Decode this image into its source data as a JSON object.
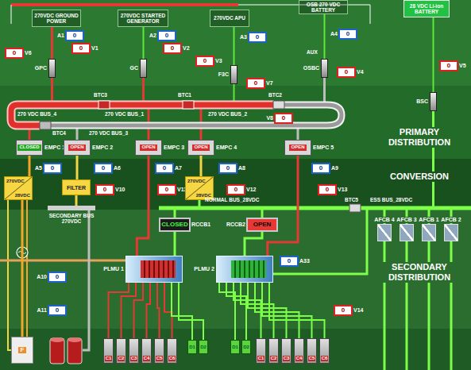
{
  "diagram": {
    "nodes": [
      {
        "text": [
          "270VDC GROUND POWER"
        ]
      },
      {
        "text": [
          "270VDC STARTED GENERATOR"
        ]
      },
      {
        "text": [
          "270VDC APU"
        ]
      },
      {
        "text": [
          "OSB 270 VDC BATTERY"
        ]
      },
      {
        "text": [
          "28 VDC Li-ion BATTERY"
        ]
      },
      {
        "text": [
          "GPC"
        ]
      },
      {
        "text": [
          "GC"
        ]
      },
      {
        "text": [
          "F3C"
        ]
      },
      {
        "text": [
          "OSBC"
        ]
      },
      {
        "text": [
          "BSC"
        ]
      },
      {
        "text": [
          "A1",
          "0"
        ]
      },
      {
        "text": [
          "A2",
          "0"
        ]
      },
      {
        "text": [
          "A3",
          "0"
        ]
      },
      {
        "text": [
          "A4",
          "0"
        ]
      },
      {
        "text": [
          "V1",
          "0"
        ]
      },
      {
        "text": [
          "V2",
          "0"
        ]
      },
      {
        "text": [
          "V3",
          "0"
        ]
      },
      {
        "text": [
          "V4",
          "0"
        ]
      },
      {
        "text": [
          "V5",
          "0"
        ]
      },
      {
        "text": [
          "V6",
          "0"
        ]
      },
      {
        "text": [
          "V7",
          "0"
        ]
      },
      {
        "text": [
          "V8",
          "0"
        ]
      },
      {
        "text": [
          "EMPC 1",
          "CLOSED"
        ]
      },
      {
        "text": [
          "EMPC 2",
          "OPEN"
        ]
      },
      {
        "text": [
          "EMPC 3",
          "OPEN"
        ]
      },
      {
        "text": [
          "EMPC 4",
          "OPEN"
        ]
      },
      {
        "text": [
          "EMPC 5",
          "OPEN"
        ]
      },
      {
        "text": [
          "A5",
          "0"
        ]
      },
      {
        "text": [
          "A6",
          "0"
        ]
      },
      {
        "text": [
          "A7",
          "0"
        ]
      },
      {
        "text": [
          "A8",
          "0"
        ]
      },
      {
        "text": [
          "A9",
          "0"
        ]
      },
      {
        "text": [
          "V10",
          "0"
        ]
      },
      {
        "text": [
          "V11",
          "0"
        ]
      },
      {
        "text": [
          "V12",
          "0"
        ]
      },
      {
        "text": [
          "V13",
          "0"
        ]
      },
      {
        "text": [
          "270VDC",
          "28VDC"
        ]
      },
      {
        "text": [
          "FILTER"
        ]
      },
      {
        "text": [
          "270VDC",
          "28VDC"
        ]
      },
      {
        "text": [
          "RCCB1",
          "CLOSED"
        ]
      },
      {
        "text": [
          "RCCB2",
          "OPEN"
        ]
      },
      {
        "text": [
          "AFCB 4"
        ]
      },
      {
        "text": [
          "AFCB 3"
        ]
      },
      {
        "text": [
          "AFCB 1"
        ]
      },
      {
        "text": [
          "AFCB 2"
        ]
      },
      {
        "text": [
          "PLMU 1"
        ]
      },
      {
        "text": [
          "PLMU 2"
        ]
      },
      {
        "text": [
          "A10",
          "0"
        ]
      },
      {
        "text": [
          "A11",
          "0"
        ]
      },
      {
        "text": [
          "A33",
          "0"
        ]
      },
      {
        "text": [
          "V14",
          "0"
        ]
      },
      {
        "text": [
          "F"
        ]
      },
      {
        "text": [
          "C1"
        ]
      },
      {
        "text": [
          "C2"
        ]
      },
      {
        "text": [
          "C3"
        ]
      },
      {
        "text": [
          "C4"
        ]
      },
      {
        "text": [
          "C5"
        ]
      },
      {
        "text": [
          "C6"
        ]
      },
      {
        "text": [
          "D1"
        ]
      },
      {
        "text": [
          "D2"
        ]
      },
      {
        "text": [
          "D1"
        ]
      },
      {
        "text": [
          "D2"
        ]
      },
      {
        "text": [
          "C1"
        ]
      },
      {
        "text": [
          "C2"
        ]
      },
      {
        "text": [
          "C3"
        ]
      },
      {
        "text": [
          "C4"
        ]
      },
      {
        "text": [
          "C5"
        ]
      },
      {
        "text": [
          "C6"
        ]
      }
    ],
    "edges": [
      {
        "from": 0,
        "to": 5,
        "arrow": "none"
      },
      {
        "from": 1,
        "to": 6,
        "arrow": "none"
      },
      {
        "from": 2,
        "to": 7,
        "arrow": "none"
      },
      {
        "from": 3,
        "to": 8,
        "arrow": "none"
      },
      {
        "from": 4,
        "to": 9,
        "arrow": "none"
      },
      {
        "from": 22,
        "to": 36,
        "arrow": "none"
      },
      {
        "from": 23,
        "to": 37,
        "arrow": "none"
      },
      {
        "from": 24,
        "to": 45,
        "arrow": "none"
      },
      {
        "from": 25,
        "to": 38,
        "arrow": "none"
      },
      {
        "from": 26,
        "to": 46,
        "arrow": "none"
      },
      {
        "from": 39,
        "to": 45,
        "arrow": "none"
      },
      {
        "from": 40,
        "to": 46,
        "arrow": "none"
      },
      {
        "from": 36,
        "to": 51,
        "arrow": "none"
      },
      {
        "from": 45,
        "to": 52,
        "arrow": "none"
      },
      {
        "from": 45,
        "to": 53,
        "arrow": "none"
      },
      {
        "from": 45,
        "to": 54,
        "arrow": "none"
      },
      {
        "from": 45,
        "to": 55,
        "arrow": "none"
      },
      {
        "from": 45,
        "to": 56,
        "arrow": "none"
      },
      {
        "from": 45,
        "to": 57,
        "arrow": "none"
      },
      {
        "from": 45,
        "to": 58,
        "arrow": "none"
      },
      {
        "from": 45,
        "to": 59,
        "arrow": "none"
      },
      {
        "from": 46,
        "to": 60,
        "arrow": "none"
      },
      {
        "from": 46,
        "to": 61,
        "arrow": "none"
      },
      {
        "from": 46,
        "to": 62,
        "arrow": "none"
      },
      {
        "from": 46,
        "to": 63,
        "arrow": "none"
      },
      {
        "from": 46,
        "to": 64,
        "arrow": "none"
      },
      {
        "from": 46,
        "to": 65,
        "arrow": "none"
      },
      {
        "from": 46,
        "to": 66,
        "arrow": "none"
      },
      {
        "from": 46,
        "to": 67,
        "arrow": "none"
      }
    ],
    "labels": [
      "AUX",
      "BTC3",
      "BTC1",
      "BTC2",
      "BTC4",
      "270 VDC BUS_4",
      "270 VDC BUS_1",
      "270 VDC BUS_2",
      "270 VDC BUS_3",
      "PRIMARY DISTRIBUTION",
      "CONVERSION",
      "SECONDARY BUS 270VDC",
      "NORMAL BUS_28VDC",
      "BTC5",
      "ESS BUS_28VDC",
      "SECONDARY DISTRIBUTION"
    ]
  }
}
